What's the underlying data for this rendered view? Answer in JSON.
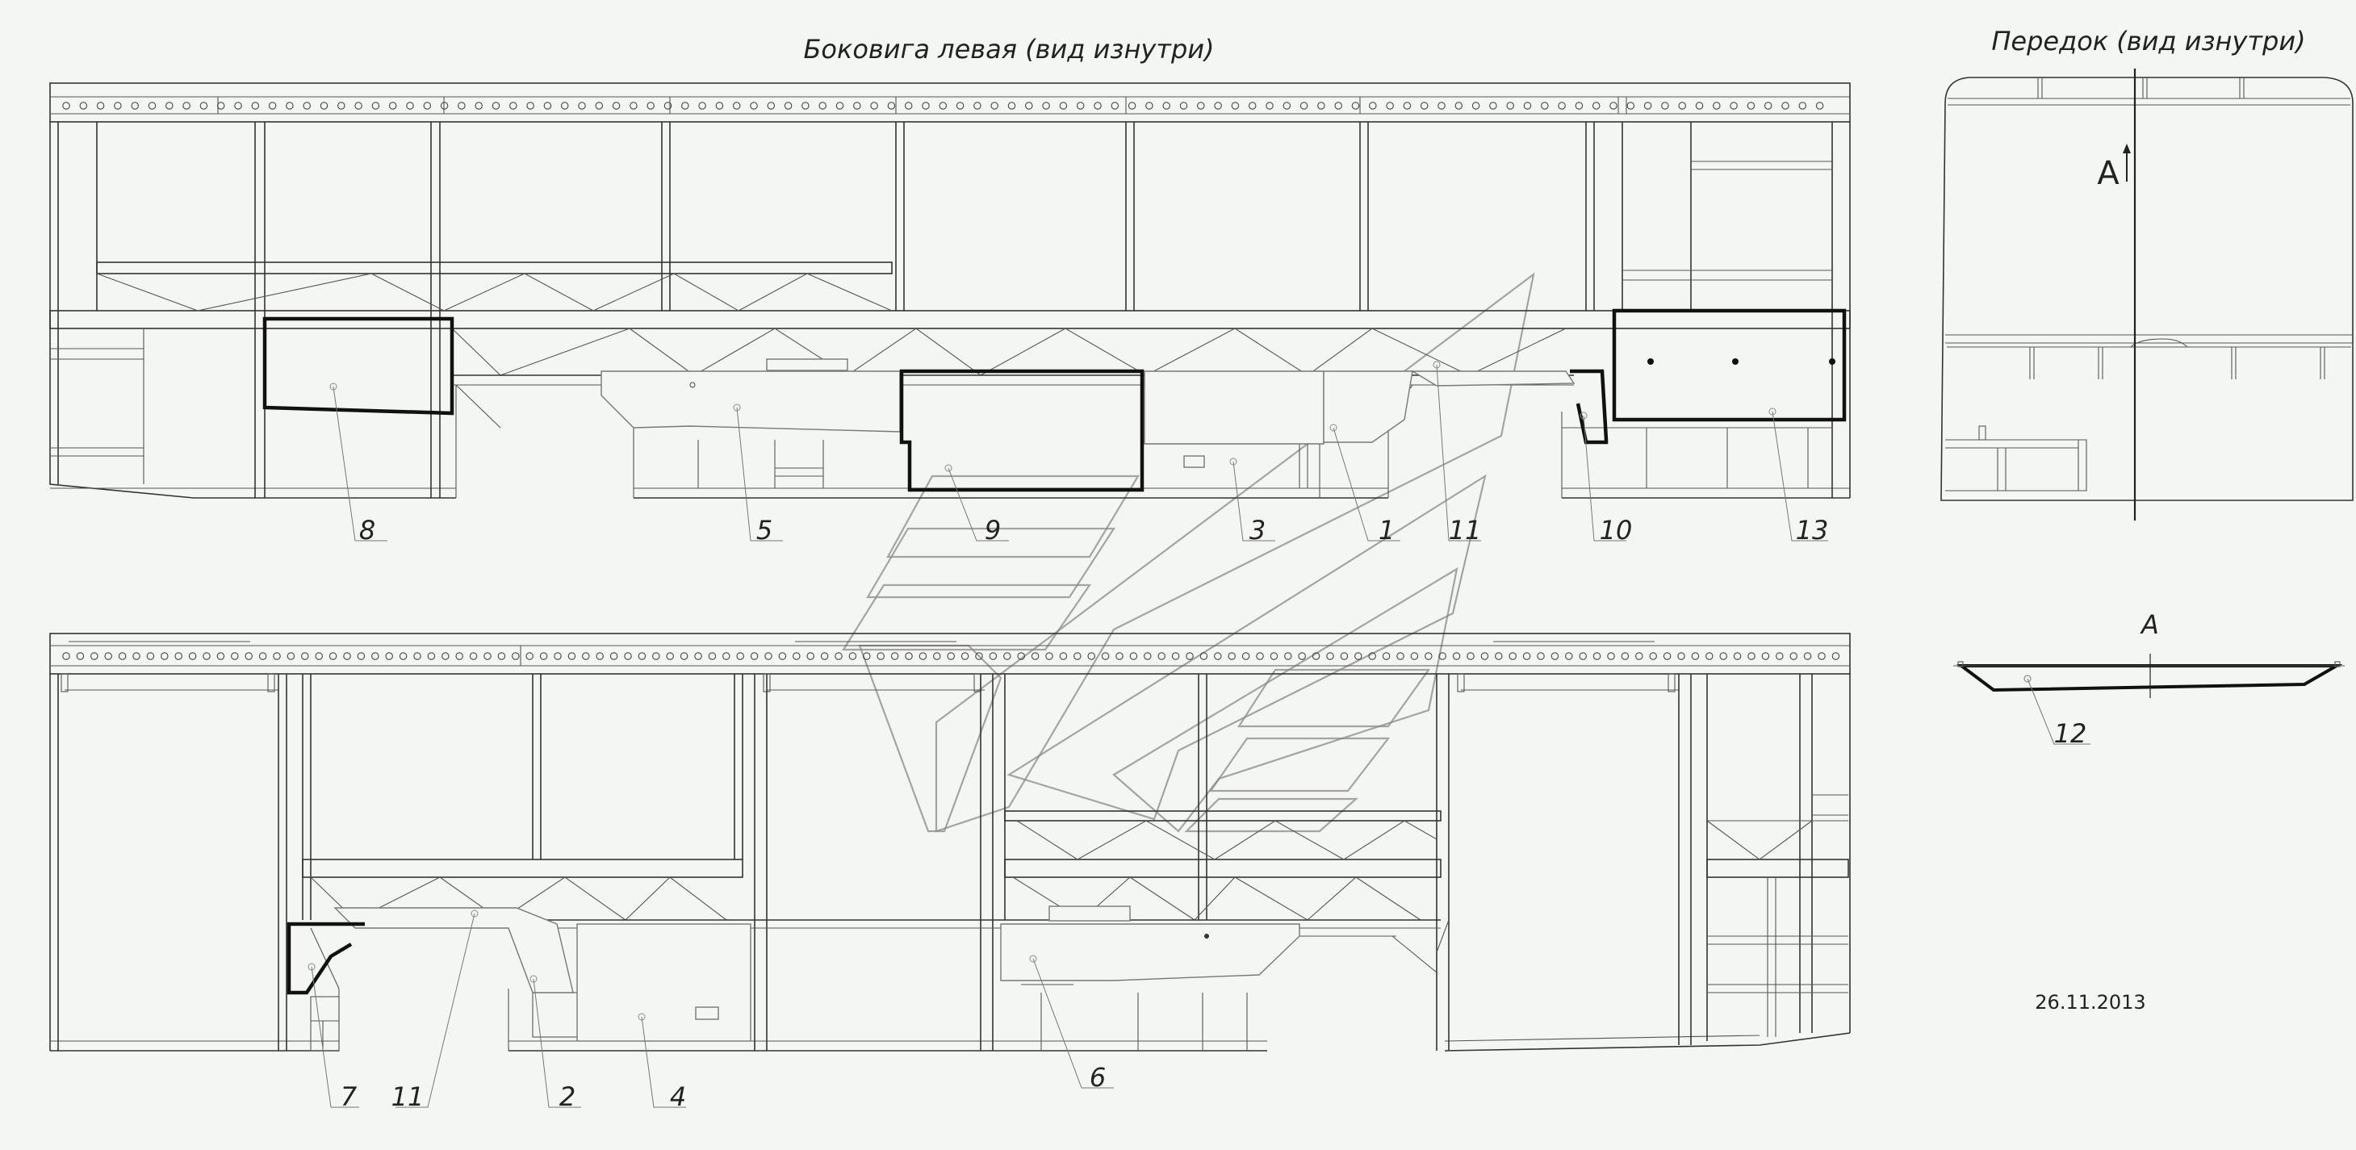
{
  "titles": {
    "side_left": "Боковига левая (вид изнутри)",
    "front": "Передок (вид изнутри)"
  },
  "view_labels": {
    "a_arrow": "А",
    "a_section": "А"
  },
  "date": "26.11.2013",
  "callouts": {
    "top": [
      "8",
      "5",
      "9",
      "3",
      "1",
      "11",
      "10",
      "13"
    ],
    "bottom": [
      "7",
      "11",
      "2",
      "4",
      "6"
    ],
    "section": [
      "12"
    ]
  }
}
